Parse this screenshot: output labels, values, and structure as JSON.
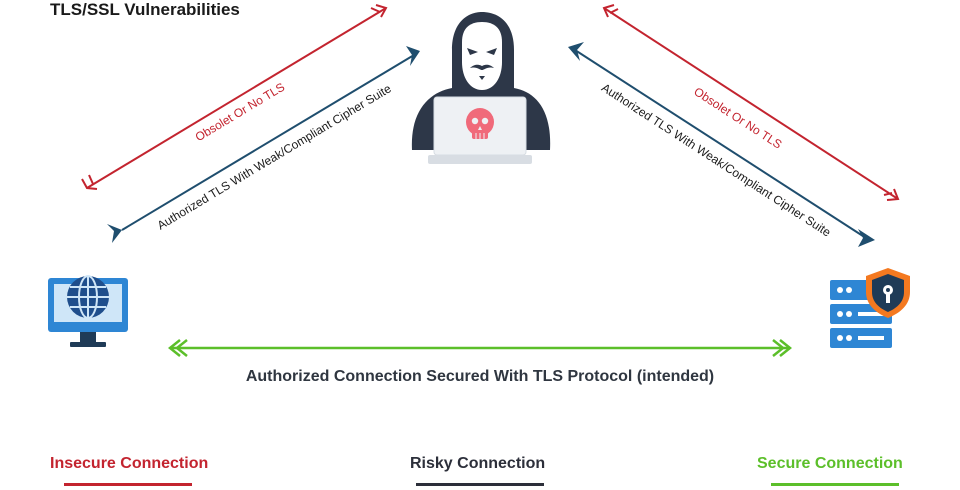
{
  "title": "TLS/SSL Vulnerabilities",
  "edges": {
    "left_red_label": "Obsolet Or No TLS",
    "left_blue_label": "Authorized TLS With Weak/Compliant Cipher Suite",
    "right_red_label": "Obsolet Or No TLS",
    "right_blue_label": "Authorized TLS With Weak/Compliant Cipher Suite",
    "bottom_label": "Authorized Connection Secured With TLS Protocol (intended)"
  },
  "legend": {
    "insecure": "Insecure Connection",
    "risky": "Risky Connection",
    "secure": "Secure Connection"
  },
  "colors": {
    "insecure": "#c3242f",
    "risky": "#1f4e6e",
    "secure": "#5cbf2a",
    "hacker": "#2d3748"
  },
  "icons": {
    "client": "computer-globe-icon",
    "server": "server-shield-icon",
    "attacker": "hacker-laptop-icon"
  }
}
